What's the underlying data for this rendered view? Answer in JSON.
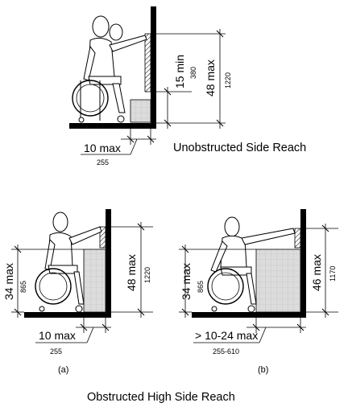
{
  "captions": {
    "unobstructed": "Unobstructed Side Reach",
    "obstructed": "Obstructed High Side Reach",
    "sub_a": "(a)",
    "sub_b": "(b)"
  },
  "unobstructed": {
    "height_max": "48 max",
    "height_max_mm": "1220",
    "height_min": "15 min",
    "height_min_mm": "380",
    "offset_max": "10 max",
    "offset_max_mm": "255"
  },
  "obstructed_a": {
    "obstruction_height": "34 max",
    "obstruction_height_mm": "865",
    "reach_height": "48 max",
    "reach_height_mm": "1220",
    "depth": "10 max",
    "depth_mm": "255"
  },
  "obstructed_b": {
    "obstruction_height": "34 max",
    "obstruction_height_mm": "865",
    "reach_height": "46 max",
    "reach_height_mm": "1170",
    "depth": "> 10-24 max",
    "depth_mm": "255-610"
  },
  "colors": {
    "line": "#000000",
    "fill_obstruction": "#dcdcdc",
    "hatch": "#000000"
  }
}
